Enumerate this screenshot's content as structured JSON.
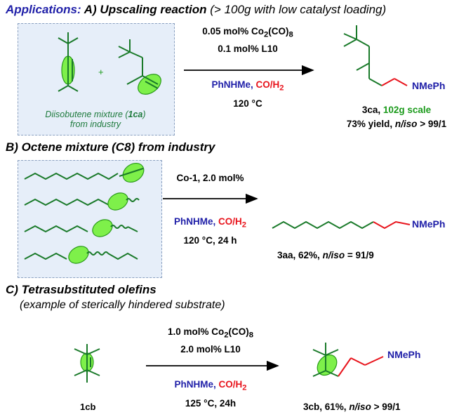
{
  "section_a": {
    "applications_label": "Applications:",
    "title": "A) Upscaling reaction",
    "subtitle": "(> 100g with low catalyst loading)",
    "box_note_line1": "Diisobutene mixture (",
    "box_note_code": "1ca",
    "box_note_line1_end": ")",
    "box_note_line2": "from industry",
    "plus": "+",
    "cond1_prefix": "0.05 mol% Co",
    "cond1_sub1": "2",
    "cond1_mid": "(CO)",
    "cond1_sub2": "8",
    "cond2": "0.1 mol% L10",
    "reagent1": "PhNHMe,",
    "reagent2_prefix": "CO/H",
    "reagent2_sub": "2",
    "temp": "120 °C",
    "product_group": "NMePh",
    "product_code": "3ca,",
    "product_scale": "102g scale",
    "yield_text": "73% yield,",
    "niso_label": "n/iso",
    "niso_value": "> 99/1"
  },
  "section_b": {
    "title": "B) Octene mixture (C8) from industry",
    "cond1": "Co-1, 2.0 mol%",
    "reagent1": "PhNHMe,",
    "reagent2_prefix": "CO/H",
    "reagent2_sub": "2",
    "temp": "120 °C, 24 h",
    "product_group": "NMePh",
    "result_prefix": "3aa, 62%,",
    "niso_label": "n/iso",
    "niso_value": "= 91/9"
  },
  "section_c": {
    "title": "C) Tetrasubstituted olefins",
    "subtitle": "(example of sterically hindered substrate)",
    "cond1_prefix": "1.0 mol% Co",
    "cond1_sub1": "2",
    "cond1_mid": "(CO)",
    "cond1_sub2": "8",
    "cond2": "2.0 mol% L10",
    "reagent1": "PhNHMe,",
    "reagent2_prefix": "CO/H",
    "reagent2_sub": "2",
    "temp": "125 °C, 24h",
    "substrate_code": "1cb",
    "product_group": "NMePh",
    "result_prefix": "3cb, 61%,",
    "niso_label": "n/iso",
    "niso_value": "> 99/1"
  },
  "colors": {
    "blue": "#1f1fa8",
    "red": "#e8141c",
    "green_text": "#1a9a1a",
    "highlight_fill": "#7ef04a",
    "box_fill": "#e6eef9"
  }
}
